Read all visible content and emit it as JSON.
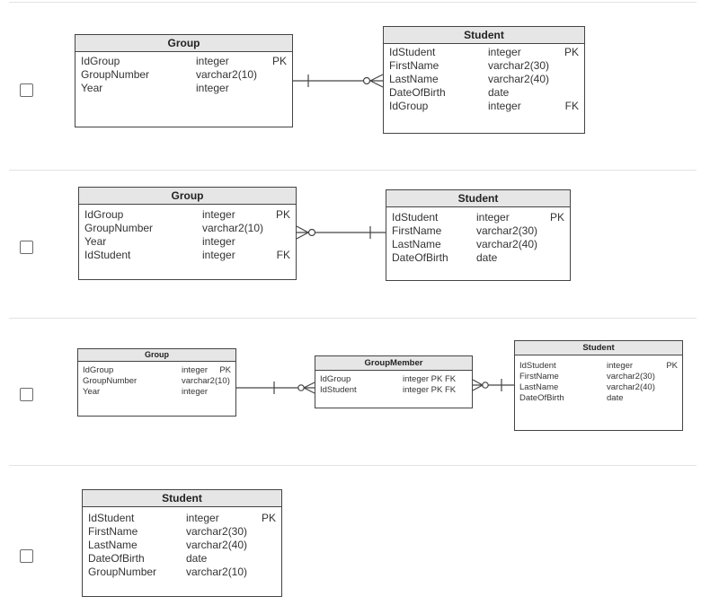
{
  "options": [
    {
      "entities": [
        {
          "title": "Group",
          "rows": [
            {
              "name": "IdGroup",
              "type": "integer",
              "key": "PK"
            },
            {
              "name": "GroupNumber",
              "type": "varchar2(10)",
              "key": ""
            },
            {
              "name": "Year",
              "type": "integer",
              "key": ""
            }
          ]
        },
        {
          "title": "Student",
          "rows": [
            {
              "name": "IdStudent",
              "type": "integer",
              "key": "PK"
            },
            {
              "name": "FirstName",
              "type": "varchar2(30)",
              "key": ""
            },
            {
              "name": "LastName",
              "type": "varchar2(40)",
              "key": ""
            },
            {
              "name": "DateOfBirth",
              "type": "date",
              "key": ""
            },
            {
              "name": "IdGroup",
              "type": "integer",
              "key": "FK"
            }
          ]
        }
      ]
    },
    {
      "entities": [
        {
          "title": "Group",
          "rows": [
            {
              "name": "IdGroup",
              "type": "integer",
              "key": "PK"
            },
            {
              "name": "GroupNumber",
              "type": "varchar2(10)",
              "key": ""
            },
            {
              "name": "Year",
              "type": "integer",
              "key": ""
            },
            {
              "name": "IdStudent",
              "type": "integer",
              "key": "FK"
            }
          ]
        },
        {
          "title": "Student",
          "rows": [
            {
              "name": "IdStudent",
              "type": "integer",
              "key": "PK"
            },
            {
              "name": "FirstName",
              "type": "varchar2(30)",
              "key": ""
            },
            {
              "name": "LastName",
              "type": "varchar2(40)",
              "key": ""
            },
            {
              "name": "DateOfBirth",
              "type": "date",
              "key": ""
            }
          ]
        }
      ]
    },
    {
      "entities": [
        {
          "title": "Group",
          "rows": [
            {
              "name": "IdGroup",
              "type": "integer",
              "key": "PK"
            },
            {
              "name": "GroupNumber",
              "type": "varchar2(10)",
              "key": ""
            },
            {
              "name": "Year",
              "type": "integer",
              "key": ""
            }
          ]
        },
        {
          "title": "GroupMember",
          "rows": [
            {
              "name": "IdGroup",
              "type": "integer PK FK",
              "key": ""
            },
            {
              "name": "IdStudent",
              "type": "integer PK FK",
              "key": ""
            }
          ]
        },
        {
          "title": "Student",
          "rows": [
            {
              "name": "IdStudent",
              "type": "integer",
              "key": "PK"
            },
            {
              "name": "FirstName",
              "type": "varchar2(30)",
              "key": ""
            },
            {
              "name": "LastName",
              "type": "varchar2(40)",
              "key": ""
            },
            {
              "name": "DateOfBirth",
              "type": "date",
              "key": ""
            }
          ]
        }
      ]
    },
    {
      "entities": [
        {
          "title": "Student",
          "rows": [
            {
              "name": "IdStudent",
              "type": "integer",
              "key": "PK"
            },
            {
              "name": "FirstName",
              "type": "varchar2(30)",
              "key": ""
            },
            {
              "name": "LastName",
              "type": "varchar2(40)",
              "key": ""
            },
            {
              "name": "DateOfBirth",
              "type": "date",
              "key": ""
            },
            {
              "name": "GroupNumber",
              "type": "varchar2(10)",
              "key": ""
            }
          ]
        }
      ]
    }
  ]
}
